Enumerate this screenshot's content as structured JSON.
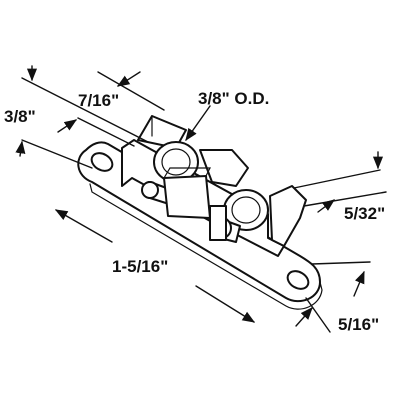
{
  "diagram": {
    "line_color": "#111111",
    "background": "#ffffff",
    "dimensions": {
      "height": "3/8\"",
      "top_width": "7/16\"",
      "roller_od": "3/8\" O.D.",
      "side_offset": "5/32\"",
      "hole_spacing": "1-5/16\"",
      "end_width": "5/16\""
    }
  }
}
